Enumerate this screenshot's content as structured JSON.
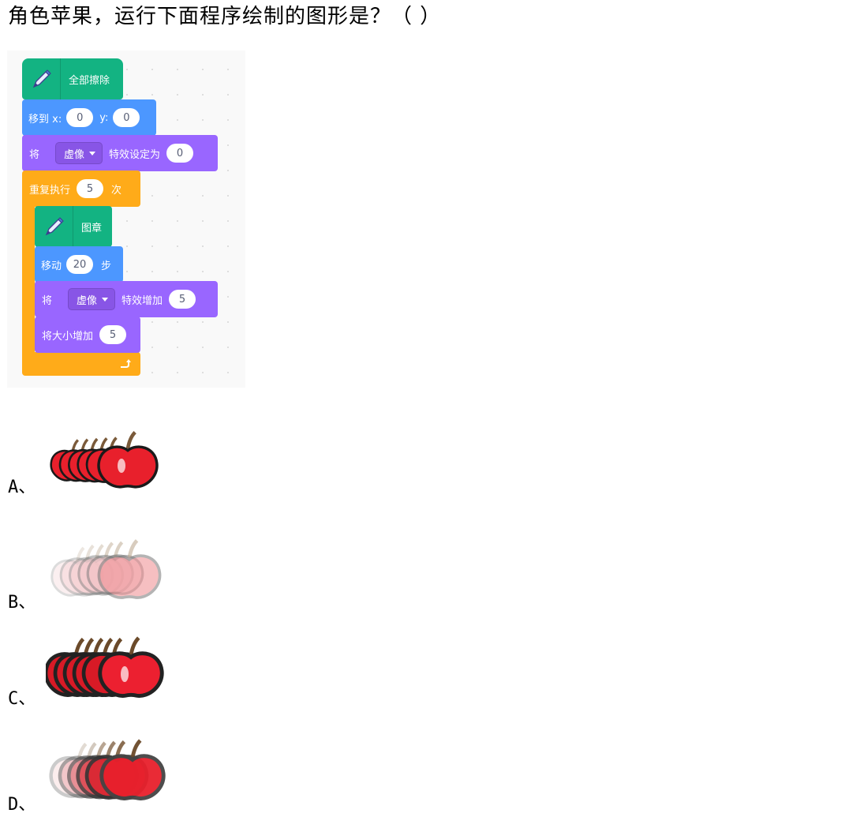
{
  "question": {
    "text": "角色苹果，运行下面程序绘制的图形是？（  ）"
  },
  "scratch": {
    "erase_all": "全部擦除",
    "goto_label": "移到 x:",
    "goto_x": "0",
    "goto_y_label": "y:",
    "goto_y": "0",
    "set_effect_prefix": "将",
    "set_effect_option": "虚像",
    "set_effect_label": "特效设定为",
    "set_effect_value": "0",
    "repeat_label": "重复执行",
    "repeat_count": "5",
    "repeat_suffix": "次",
    "stamp": "图章",
    "move_label": "移动",
    "move_steps": "20",
    "move_suffix": "步",
    "change_effect_prefix": "将",
    "change_effect_option": "虚像",
    "change_effect_label": "特效增加",
    "change_effect_value": "5",
    "change_size_label": "将大小增加",
    "change_size_value": "5",
    "loop_arrow_icon": "repeat-arrow-icon",
    "pen_icon": "pen-icon",
    "colors": {
      "pen": "#13b382",
      "motion": "#4c97ff",
      "looks": "#9966ff",
      "control": "#ffab19"
    }
  },
  "options": [
    {
      "label": "A、",
      "image": "apple-stamps-sharp-growing"
    },
    {
      "label": "B、",
      "image": "apple-stamps-faded-pale"
    },
    {
      "label": "C、",
      "image": "apple-stamps-sharp-large"
    },
    {
      "label": "D、",
      "image": "apple-stamps-fading-growing"
    }
  ]
}
